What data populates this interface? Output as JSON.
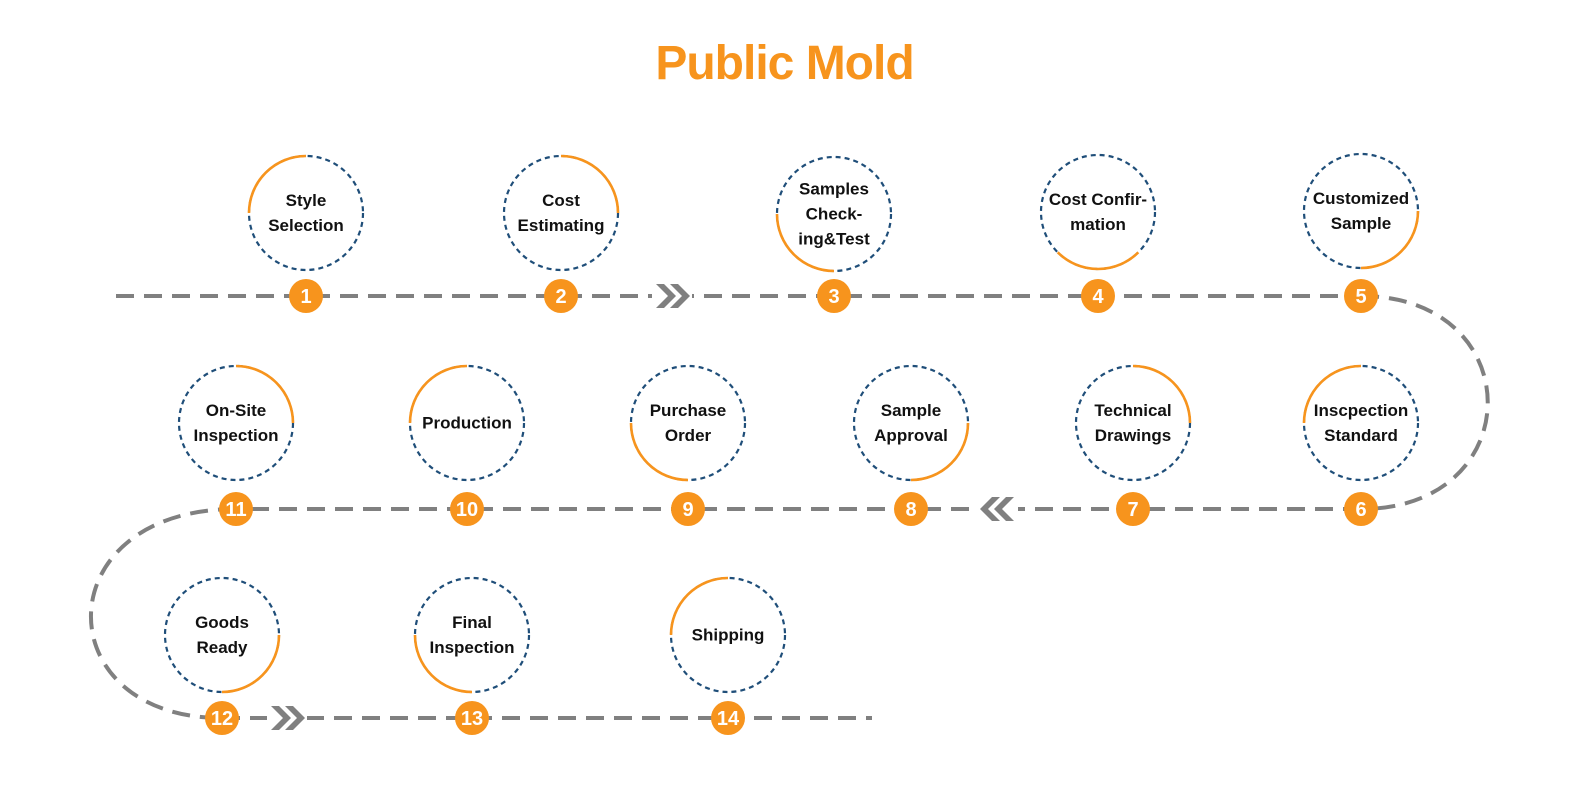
{
  "title": "Public Mold",
  "colors": {
    "accent": "#f7941d",
    "circle_dash": "#1f4e79",
    "path": "#808080",
    "label": "#111111",
    "title": "#f7941d"
  },
  "steps": [
    {
      "number": "1",
      "label_lines": [
        "Style",
        "Selection"
      ]
    },
    {
      "number": "2",
      "label_lines": [
        "Cost",
        "Estimating"
      ]
    },
    {
      "number": "3",
      "label_lines": [
        "Samples",
        "Check-",
        "ing&Test"
      ]
    },
    {
      "number": "4",
      "label_lines": [
        "Cost Confir-",
        "mation"
      ]
    },
    {
      "number": "5",
      "label_lines": [
        "Customized",
        "Sample"
      ]
    },
    {
      "number": "6",
      "label_lines": [
        "Inscpection",
        "Standard"
      ]
    },
    {
      "number": "7",
      "label_lines": [
        "Technical",
        "Drawings"
      ]
    },
    {
      "number": "8",
      "label_lines": [
        "Sample",
        "Approval"
      ]
    },
    {
      "number": "9",
      "label_lines": [
        "Purchase",
        "Order"
      ]
    },
    {
      "number": "10",
      "label_lines": [
        "Production"
      ]
    },
    {
      "number": "11",
      "label_lines": [
        "On-Site",
        "Inspection"
      ]
    },
    {
      "number": "12",
      "label_lines": [
        "Goods",
        "Ready"
      ]
    },
    {
      "number": "13",
      "label_lines": [
        "Final",
        "Inspection"
      ]
    },
    {
      "number": "14",
      "label_lines": [
        "Shipping"
      ]
    }
  ],
  "arrows": [
    {
      "name": "arrow-forward-row1",
      "direction": "right"
    },
    {
      "name": "arrow-backward-row2",
      "direction": "left"
    },
    {
      "name": "arrow-forward-row3",
      "direction": "right"
    }
  ]
}
